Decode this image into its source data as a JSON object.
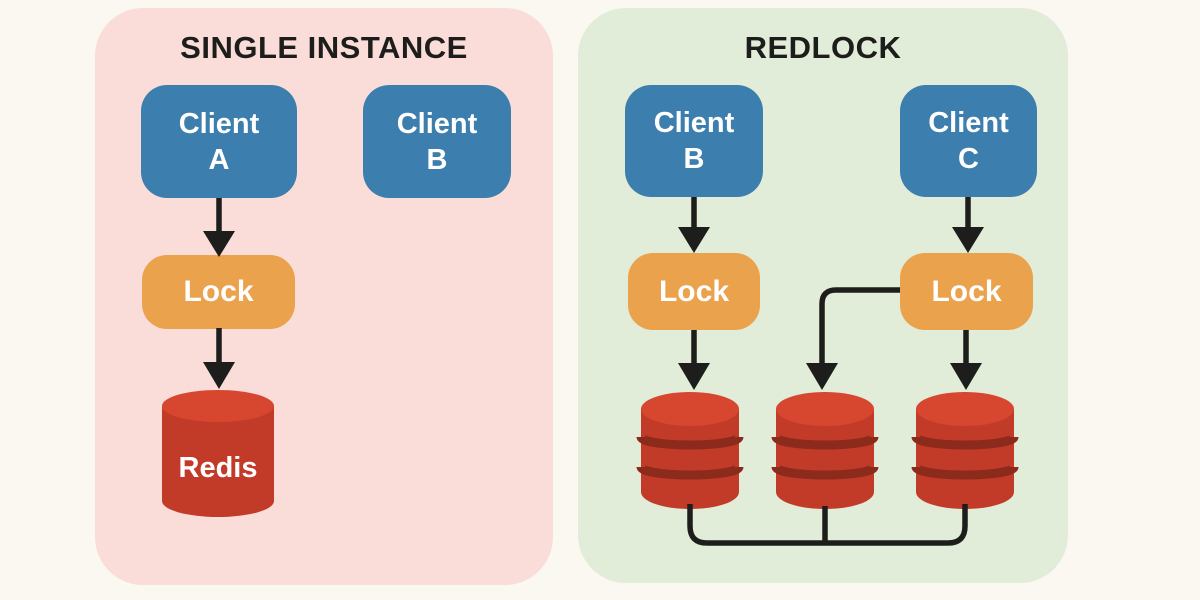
{
  "colors": {
    "background": "#faf8f0",
    "panel-left": "#fadcd8",
    "panel-right": "#e1ecd9",
    "client-box": "#3c7eae",
    "lock-box": "#eba24c",
    "cyl-top": "#d7462f",
    "cyl-body": "#c23a28",
    "cyl-band": "#8c2a1c",
    "line": "#1d1d1b",
    "text-dark": "#1d1d1b",
    "text-light": "#ffffff"
  },
  "left_panel": {
    "title": "SINGLE INSTANCE",
    "client_a": {
      "line1": "Client",
      "line2": "A"
    },
    "client_b": {
      "line1": "Client",
      "line2": "B"
    },
    "lock_label": "Lock",
    "redis_label": "Redis"
  },
  "right_panel": {
    "title": "REDLOCK",
    "client_b": {
      "line1": "Client",
      "line2": "B"
    },
    "client_c": {
      "line1": "Client",
      "line2": "C"
    },
    "lock_b_label": "Lock",
    "lock_c_label": "Lock"
  }
}
